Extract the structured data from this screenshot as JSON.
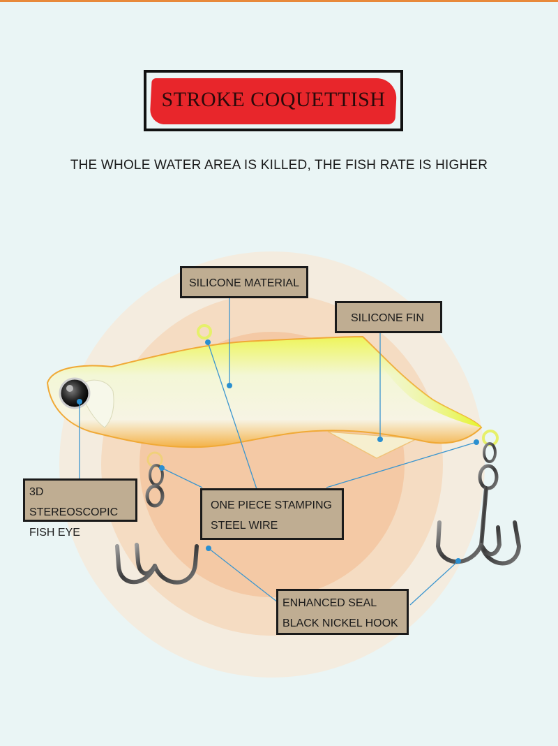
{
  "title": "STROKE COQUETTISH",
  "subtitle": "THE WHOLE WATER AREA IS KILLED, THE FISH RATE IS HIGHER",
  "labels": {
    "silicone_material": "SILICONE MATERIAL",
    "silicone_fin": "SILICONE FIN",
    "fish_eye_line1": "3D STEREOSCOPIC",
    "fish_eye_line2": "FISH EYE",
    "steel_wire_line1": "ONE PIECE STAMPING",
    "steel_wire_line2": "STEEL WIRE",
    "hook_line1": "ENHANCED SEAL",
    "hook_line2": "BLACK NICKEL HOOK"
  },
  "colors": {
    "title_brush": "#e8262b",
    "label_bg": "#bfad92",
    "pointer": "#2a8fd0",
    "lure_yellow": "#eaf53a",
    "lure_orange": "#f5a623",
    "top_bar": "#e8893a"
  },
  "icons": [
    "fishing-lure-illustration",
    "treble-hook-icon",
    "fish-eye-icon"
  ]
}
